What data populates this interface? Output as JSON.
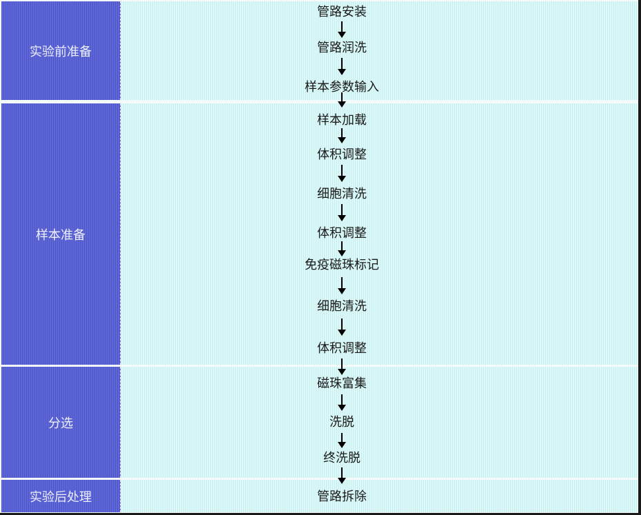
{
  "stages": [
    {
      "label": "实验前准备"
    },
    {
      "label": "样本准备"
    },
    {
      "label": "分选"
    },
    {
      "label": "实验后处理"
    }
  ],
  "steps": [
    {
      "label": "管路安装"
    },
    {
      "label": "管路润洗"
    },
    {
      "label": "样本参数输入"
    },
    {
      "label": "样本加载"
    },
    {
      "label": "体积调整"
    },
    {
      "label": "细胞清洗"
    },
    {
      "label": "体积调整"
    },
    {
      "label": "免疫磁珠标记"
    },
    {
      "label": "细胞清洗"
    },
    {
      "label": "体积调整"
    },
    {
      "label": "磁珠富集"
    },
    {
      "label": "洗脱"
    },
    {
      "label": "终洗脱"
    },
    {
      "label": "管路拆除"
    }
  ],
  "colors": {
    "stage_fill": "#5560d2",
    "lane_fill": "#d6f6f6",
    "arrow": "#000000",
    "stage_text": "#eef0ff"
  }
}
